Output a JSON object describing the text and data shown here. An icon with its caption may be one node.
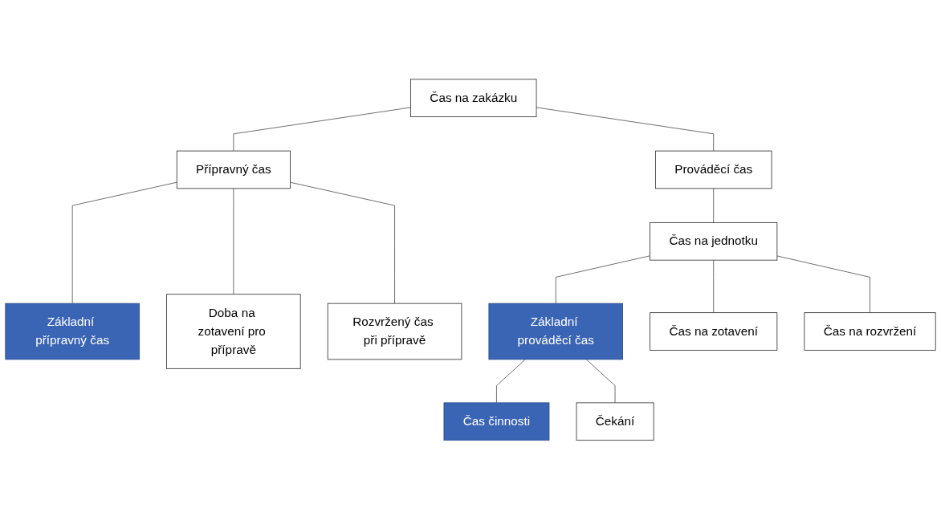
{
  "diagram": {
    "nodes": [
      {
        "text": [
          "Čas na zakázku"
        ]
      },
      {
        "text": [
          "Přípravný čas"
        ]
      },
      {
        "text": [
          "Prováděcí čas"
        ]
      },
      {
        "text": [
          "Čas na jednotku"
        ]
      },
      {
        "text": [
          "Základní přípravný čas"
        ]
      },
      {
        "text": [
          "Doba na zotavení pro přípravě"
        ]
      },
      {
        "text": [
          "Rozvržený čas při přípravě"
        ]
      },
      {
        "text": [
          "Základní prováděcí čas"
        ]
      },
      {
        "text": [
          "Čas na zotavení"
        ]
      },
      {
        "text": [
          "Čas na rozvržení"
        ]
      },
      {
        "text": [
          "Čas činnosti"
        ]
      },
      {
        "text": [
          "Čekání"
        ]
      }
    ],
    "edges": [
      {
        "from": 0,
        "to": 1,
        "arrow": "none"
      },
      {
        "from": 0,
        "to": 2,
        "arrow": "none"
      },
      {
        "from": 2,
        "to": 3,
        "arrow": "none"
      },
      {
        "from": 1,
        "to": 4,
        "arrow": "none"
      },
      {
        "from": 1,
        "to": 5,
        "arrow": "none"
      },
      {
        "from": 1,
        "to": 6,
        "arrow": "none"
      },
      {
        "from": 3,
        "to": 7,
        "arrow": "none"
      },
      {
        "from": 3,
        "to": 8,
        "arrow": "none"
      },
      {
        "from": 3,
        "to": 9,
        "arrow": "none"
      },
      {
        "from": 7,
        "to": 10,
        "arrow": "none"
      },
      {
        "from": 7,
        "to": 11,
        "arrow": "none"
      }
    ]
  }
}
